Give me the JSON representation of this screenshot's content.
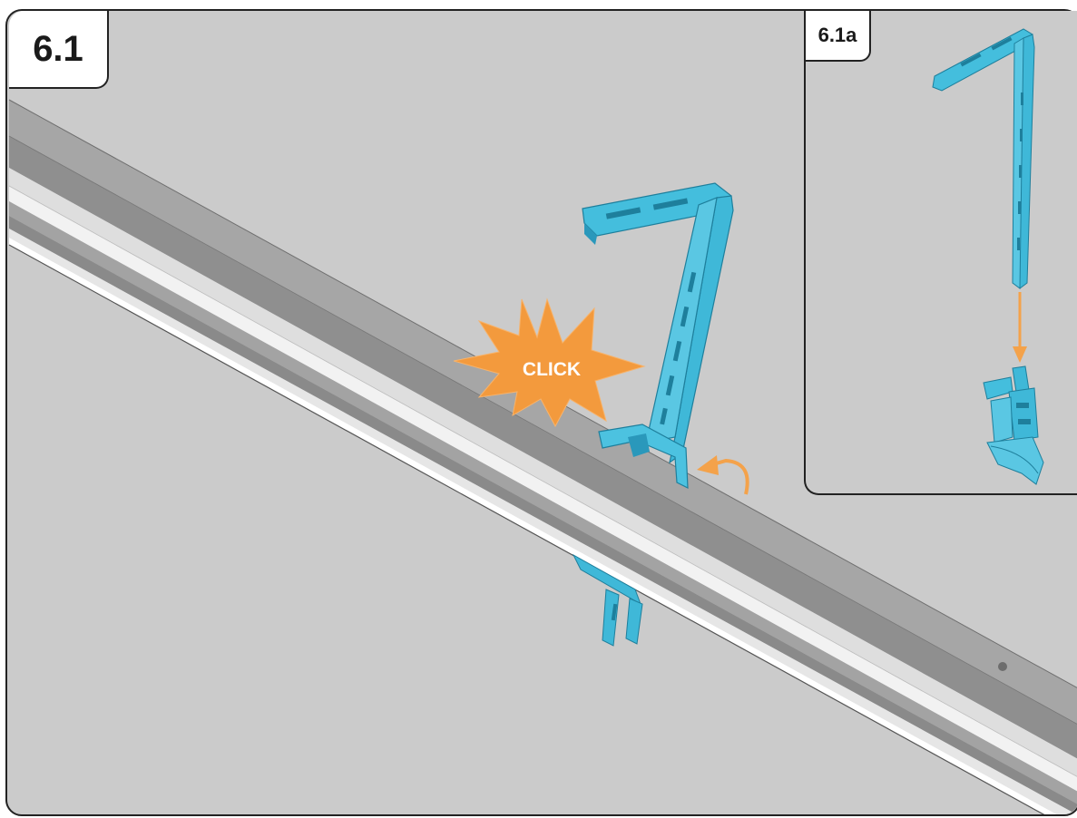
{
  "step": {
    "main_label": "6.1",
    "inset_label": "6.1a"
  },
  "callout": {
    "text": "CLICK"
  },
  "colors": {
    "background": "#cbcbcb",
    "bracket": "#3fb8d8",
    "bracket_dark": "#1e8fb0",
    "rail": "#a9a9a9",
    "arrow": "#f4a24a",
    "burst": "#f39a3d"
  }
}
